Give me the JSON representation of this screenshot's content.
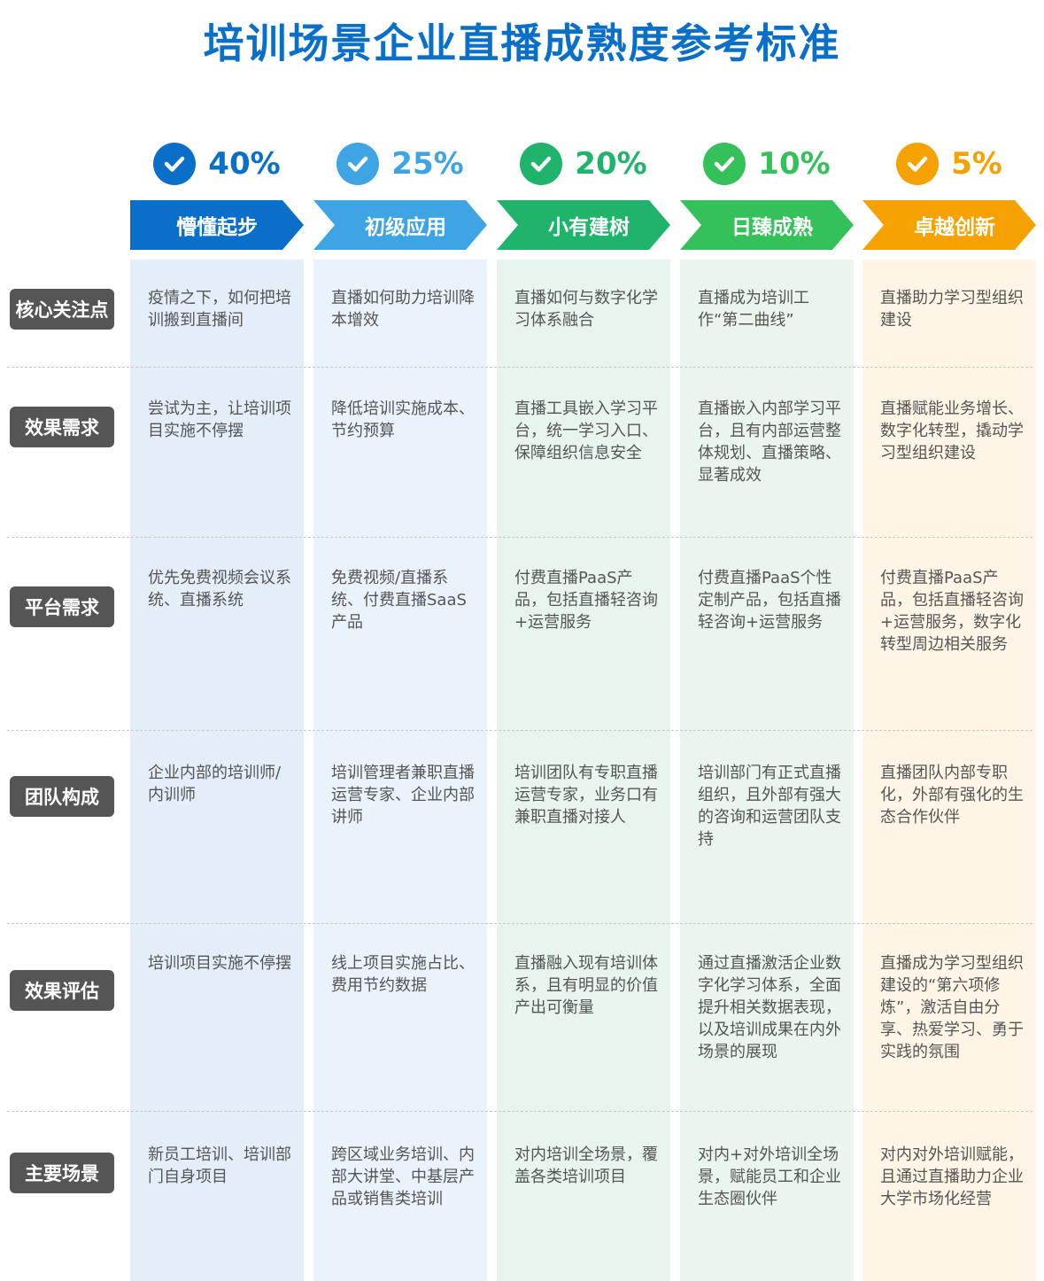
{
  "title": "培训场景企业直播成熟度参考标准",
  "colors": {
    "title": "#0a6fc9",
    "row_label_bg": "#555555"
  },
  "columns": [
    {
      "percent": "40%",
      "stage": "懵懂起步",
      "color": "#0a6fc9",
      "bg": "#e3eef9"
    },
    {
      "percent": "25%",
      "stage": "初级应用",
      "color": "#3ea4e4",
      "bg": "#eaf3fb"
    },
    {
      "percent": "20%",
      "stage": "小有建树",
      "color": "#1fb36b",
      "bg": "#e7f5ee"
    },
    {
      "percent": "10%",
      "stage": "日臻成熟",
      "color": "#34c15a",
      "bg": "#eaf6ec"
    },
    {
      "percent": "5%",
      "stage": "卓越创新",
      "color": "#f5a200",
      "bg": "#fef5e6"
    }
  ],
  "rows": [
    {
      "label": "核心关注点",
      "cells": [
        "疫情之下，如何把培训搬到直播间",
        "直播如何助力培训降本增效",
        "直播如何与数字化学习体系融合",
        "直播成为培训工作“第二曲线”",
        "直播助力学习型组织建设"
      ]
    },
    {
      "label": "效果需求",
      "cells": [
        "尝试为主，让培训项目实施不停摆",
        "降低培训实施成本、节约预算",
        "直播工具嵌入学习平台，统一学习入口、保障组织信息安全",
        "直播嵌入内部学习平台，且有内部运营整体规划、直播策略、显著成效",
        "直播赋能业务增长、数字化转型，撬动学习型组织建设"
      ]
    },
    {
      "label": "平台需求",
      "cells": [
        "优先免费视频会议系统、直播系统",
        "免费视频/直播系统、付费直播SaaS产品",
        "付费直播PaaS产品，包括直播轻咨询+运营服务",
        "付费直播PaaS个性定制产品，包括直播轻咨询+运营服务",
        "付费直播PaaS产品，包括直播轻咨询+运营服务，数字化转型周边相关服务"
      ]
    },
    {
      "label": "团队构成",
      "cells": [
        "企业内部的培训师/内训师",
        "培训管理者兼职直播运营专家、企业内部讲师",
        "培训团队有专职直播运营专家，业务口有兼职直播对接人",
        "培训部门有正式直播组织，且外部有强大的咨询和运营团队支持",
        "直播团队内部专职化，外部有强化的生态合作伙伴"
      ]
    },
    {
      "label": "效果评估",
      "cells": [
        "培训项目实施不停摆",
        "线上项目实施占比、费用节约数据",
        "直播融入现有培训体系，且有明显的价值产出可衡量",
        "通过直播激活企业数字化学习体系，全面提升相关数据表现，以及培训成果在内外场景的展现",
        "直播成为学习型组织建设的“第六项修炼”，激活自由分享、热爱学习、勇于实践的氛围"
      ]
    },
    {
      "label": "主要场景",
      "cells": [
        "新员工培训、培训部门自身项目",
        "跨区域业务培训、内部大讲堂、中基层产品或销售类培训",
        "对内培训全场景，覆盖各类培训项目",
        "对内+对外培训全场景，赋能员工和企业生态圈伙伴",
        "对内对外培训赋能，且通过直播助力企业大学市场化经营"
      ]
    }
  ]
}
